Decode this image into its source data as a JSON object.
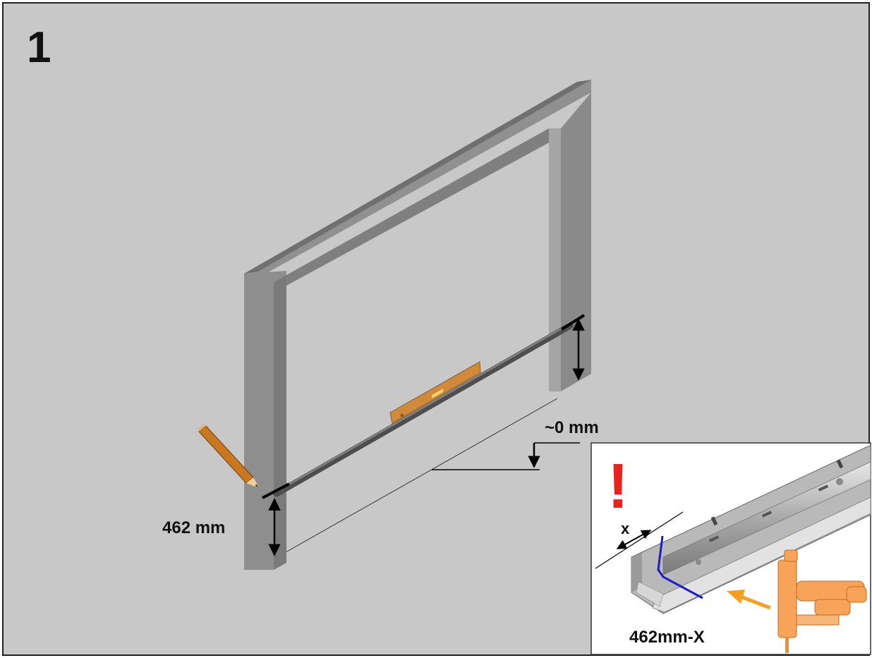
{
  "step_number": "1",
  "labels": {
    "floor_offset": "~0 mm",
    "mark_height": "462 mm",
    "cut_length": "462mm-X",
    "cut_x": "x",
    "warning": "!"
  },
  "colors": {
    "background": "#c8c8c8",
    "frame_front": "#8e8e8e",
    "frame_top": "#6f6f6f",
    "frame_side": "#7c7c7c",
    "rod": "#5a5a5a",
    "spirit_level": "#d08a3a",
    "pencil": "#c9781f",
    "warning": "#e8231d",
    "cut_line": "#1c1cc8",
    "arrow": "#f5a020",
    "jigsaw": "#f7a35a"
  },
  "icons": {
    "pencil": "pencil-icon",
    "level": "spirit-level-icon",
    "jigsaw": "jigsaw-icon",
    "warning": "warning-icon"
  }
}
